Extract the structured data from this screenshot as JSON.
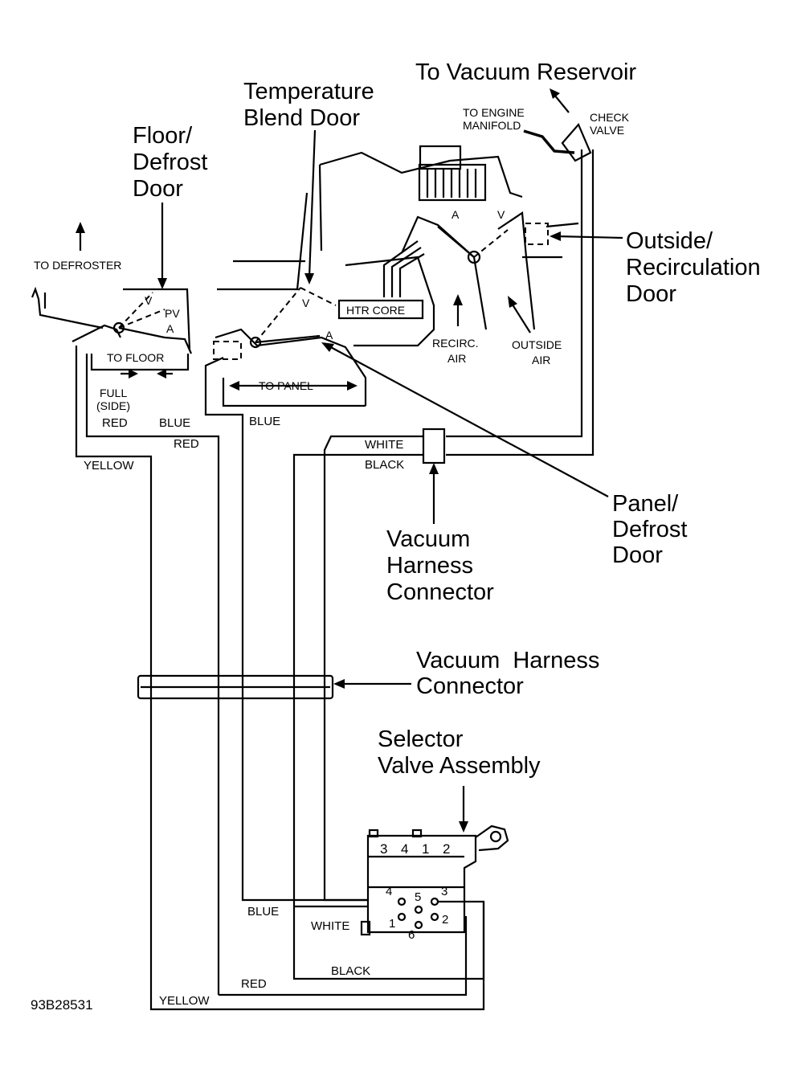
{
  "callouts": {
    "vacuum_reservoir": "To Vacuum Reservoir",
    "temp_blend_l1": "Temperature",
    "temp_blend_l2": "Blend Door",
    "floor_defrost_l1": "Floor/",
    "floor_defrost_l2": "Defrost",
    "floor_defrost_l3": "Door",
    "outside_recirc_l1": "Outside/",
    "outside_recirc_l2": "Recirculation",
    "outside_recirc_l3": "Door",
    "panel_defrost_l1": "Panel/",
    "panel_defrost_l2": "Defrost",
    "panel_defrost_l3": "Door",
    "vhc_upper_l1": "Vacuum",
    "vhc_upper_l2": "Harness",
    "vhc_upper_l3": "Connector",
    "vhc_lower_l1": "Vacuum  Harness",
    "vhc_lower_l2": "Connector",
    "selector_l1": "Selector",
    "selector_l2": "Valve Assembly"
  },
  "labels": {
    "to_engine_manifold_l1": "TO ENGINE",
    "to_engine_manifold_l2": "MANIFOLD",
    "check_valve_l1": "CHECK",
    "check_valve_l2": "VALVE",
    "to_defroster": "TO DEFROSTER",
    "to_floor": "TO FLOOR",
    "full_side_l1": "FULL",
    "full_side_l2": "(SIDE)",
    "htr_core": "HTR CORE",
    "to_panel": "TO PANEL",
    "recirc_air_l1": "RECIRC.",
    "recirc_air_l2": "AIR",
    "outside_air_l1": "OUTSIDE",
    "outside_air_l2": "AIR",
    "pos_v_floor": "V",
    "pos_pv_floor": "PV",
    "pos_a_floor": "A",
    "pos_v_blend": "V",
    "pos_a_panel": "A",
    "pos_a_recirc": "A",
    "pos_v_recirc": "V"
  },
  "hoses": {
    "red_top": "RED",
    "blue_top_left": "BLUE",
    "red_mid": "RED",
    "yellow_top": "YELLOW",
    "blue_mid": "BLUE",
    "white_top": "WHITE",
    "black_top": "BLACK",
    "blue_bottom": "BLUE",
    "white_bottom": "WHITE",
    "red_bottom": "RED",
    "black_bottom": "BLACK",
    "yellow_bottom": "YELLOW"
  },
  "valve_ports": {
    "top_row": [
      "3",
      "4",
      "1",
      "2"
    ],
    "p4": "4",
    "p5": "5",
    "p3": "3",
    "p1": "1",
    "p2": "2",
    "p6": "6"
  },
  "figure_id": "93B28531"
}
